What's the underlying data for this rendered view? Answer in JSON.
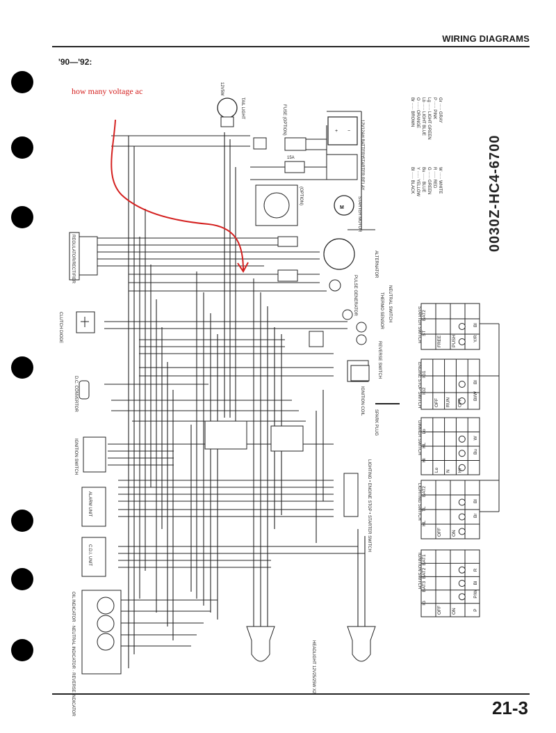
{
  "header": {
    "title": "WIRING DIAGRAMS",
    "years": "'90—'92:"
  },
  "annotation": {
    "text": "how many voltage ac",
    "color": "#d4201f"
  },
  "part_code": "0030Z-HC4-6700",
  "page_number": "21-3",
  "components": {
    "tail_light": "TAIL LIGHT",
    "tail_bulb": "12V5W",
    "fuse": "FUSE (OPTION)",
    "fuse_main": "15A",
    "battery": "12V12AH BATTERY",
    "starter_relay": "STARTER RELAY",
    "starter_motor": "STARTER MOTOR",
    "alternator": "ALTERNATOR",
    "regulator": "REGULATOR/RECTIFIER",
    "clutch_diode": "CLUTCH DIODE",
    "dc_convertor": "D.C. CONVERTOR",
    "ignition_switch": "IGNITION SWITCH",
    "alarm_unit": "ALARM UNIT",
    "cdi_unit": "C.D.I. UNIT",
    "indicators": "OIL INDICATOR · NEUTRAL INDICATOR · REVERSE INDICATOR",
    "pulse_generator": "PULSE GENERATOR",
    "thermo_sensor": "THERMO SENSOR",
    "neutral_switch": "NEUTRAL SWITCH",
    "reverse_switch": "REVERSE SWITCH",
    "ignition_coil": "IGNITION COIL",
    "spark_plug": "SPARK PLUG",
    "headlight": "HEADLIGHT 12V25/25W X2",
    "lighting_switch": "LIGHTING • ENGINE STOP • STARTER SWITCH",
    "option_label": "(OPTION)"
  },
  "color_legend": [
    {
      "code": "Bl",
      "name": "BLACK"
    },
    {
      "code": "Y",
      "name": "YELLOW"
    },
    {
      "code": "Bu",
      "name": "BLUE"
    },
    {
      "code": "G",
      "name": "GREEN"
    },
    {
      "code": "R",
      "name": "RED"
    },
    {
      "code": "W",
      "name": "WHITE"
    },
    {
      "code": "Br",
      "name": "BROWN"
    },
    {
      "code": "O",
      "name": "ORANGE"
    },
    {
      "code": "Lb",
      "name": "LIGHT BLUE"
    },
    {
      "code": "Lg",
      "name": "LIGHT GREEN"
    },
    {
      "code": "P",
      "name": "PINK"
    },
    {
      "code": "Gr",
      "name": "GRAY"
    }
  ],
  "switch_tables": [
    {
      "name": "STARTER SWITCH",
      "cols": [
        "BAT2",
        "ST"
      ],
      "rows": [
        "FREE",
        "PUSH"
      ],
      "colors": [
        "Bl",
        "Y/R"
      ]
    },
    {
      "name": "ENGINE STOP SWITCH",
      "cols": [
        "IG1",
        "IG2"
      ],
      "rows": [
        "OFF",
        "RUN",
        "OFF"
      ],
      "colors": [
        "Bl",
        "Bl/W"
      ]
    },
    {
      "name": "DIMMER SWITCH",
      "cols": [
        "Lo",
        "HL",
        "Hi"
      ],
      "rows": [
        "Lo",
        "N",
        "Hi"
      ],
      "colors": [
        "W",
        "Bu"
      ]
    },
    {
      "name": "LIGHTING SWITCH",
      "cols": [
        "BAT2",
        "TL",
        "HL"
      ],
      "rows": [
        "OFF",
        "ON"
      ],
      "colors": [
        "Bl",
        "Br"
      ]
    },
    {
      "name": "IGNITION SWITCH",
      "cols": [
        "BAT1",
        "BAT2",
        "BAT3",
        "IG"
      ],
      "rows": [
        "OFF",
        "ON"
      ],
      "colors": [
        "R",
        "Bl",
        "P/W",
        "P"
      ]
    }
  ]
}
